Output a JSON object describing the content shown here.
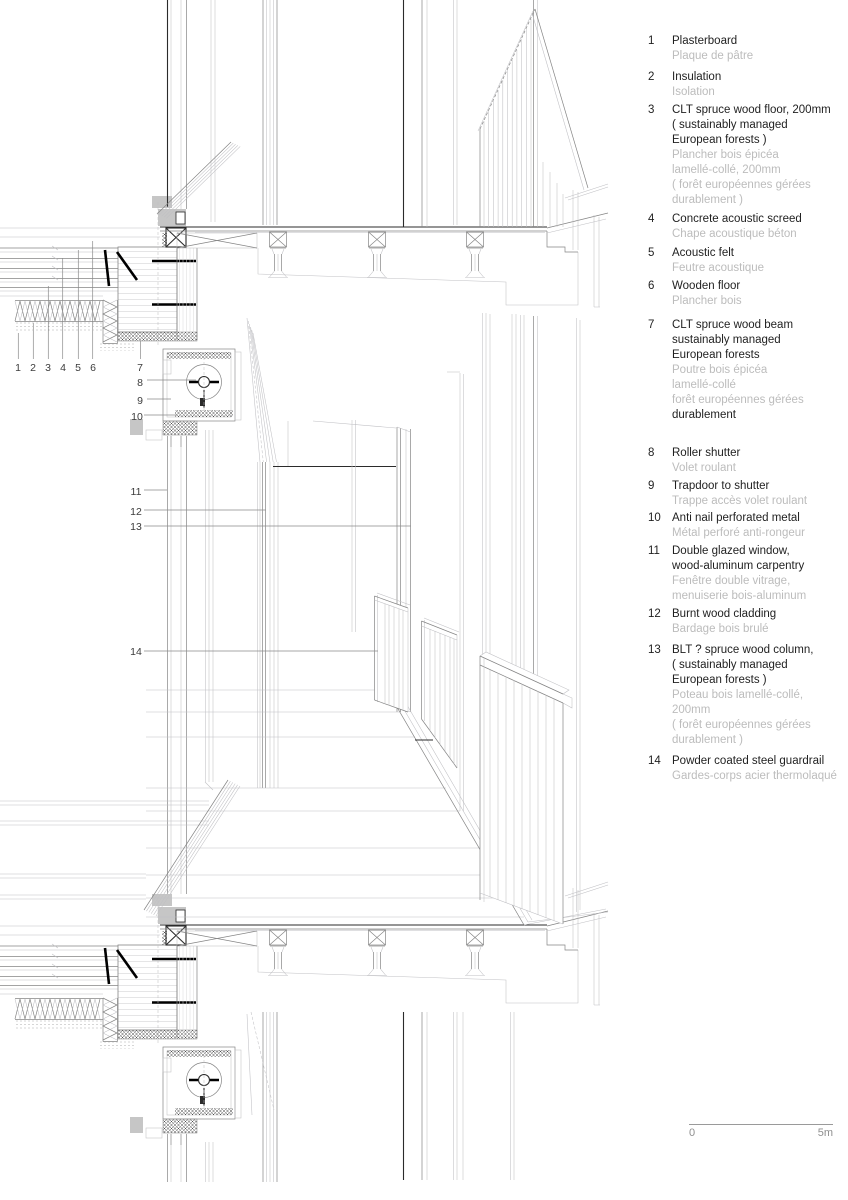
{
  "legend": {
    "items": [
      {
        "num": "1",
        "en": "Plasterboard",
        "fr": "Plaque de pâtre"
      },
      {
        "num": "2",
        "en": "Insulation",
        "fr": "Isolation"
      },
      {
        "num": "3",
        "en": "CLT spruce wood floor, 200mm\n( sustainably managed\nEuropean forests )",
        "fr": "Plancher bois épicéa\nlamellé-collé, 200mm\n( forêt européennes gérées\ndurablement )"
      },
      {
        "num": "4",
        "en": "Concrete acoustic screed",
        "fr": "Chape acoustique béton"
      },
      {
        "num": "5",
        "en": "Acoustic felt",
        "fr": "Feutre acoustique"
      },
      {
        "num": "6",
        "en": "Wooden floor",
        "fr": "Plancher bois"
      },
      {
        "num": "7",
        "en": "CLT spruce wood beam\nsustainably managed\nEuropean forests",
        "fr": "Poutre bois épicéa\nlamellé-collé\nforêt européennes gérées",
        "fr_dark": "durablement"
      },
      {
        "num": "8",
        "en": "Roller shutter",
        "fr": "Volet roulant"
      },
      {
        "num": "9",
        "en": "Trapdoor to shutter",
        "fr": "Trappe accès volet roulant"
      },
      {
        "num": "10",
        "en": "Anti nail perforated metal",
        "fr": "Métal perforé anti-rongeur"
      },
      {
        "num": "11",
        "en": "Double glazed window,\nwood-aluminum carpentry",
        "fr": "Fenêtre double vitrage,\nmenuiserie bois-aluminum"
      },
      {
        "num": "12",
        "en": "Burnt wood cladding",
        "fr": "Bardage bois brulé"
      },
      {
        "num": "13",
        "en": "BLT ? spruce wood column,\n( sustainably managed\nEuropean forests )",
        "fr": "Poteau bois lamellé-collé,\n200mm\n( forêt européennes gérées\ndurablement )"
      },
      {
        "num": "14",
        "en": "Powder coated steel guardrail",
        "fr": "Gardes-corps acier thermolaqué"
      }
    ]
  },
  "callouts": [
    {
      "n": "1"
    },
    {
      "n": "2"
    },
    {
      "n": "3"
    },
    {
      "n": "4"
    },
    {
      "n": "5"
    },
    {
      "n": "6"
    },
    {
      "n": "7"
    },
    {
      "n": "8"
    },
    {
      "n": "9"
    },
    {
      "n": "10"
    },
    {
      "n": "11"
    },
    {
      "n": "12"
    },
    {
      "n": "13"
    },
    {
      "n": "14"
    }
  ],
  "scalebar": {
    "zero": "0",
    "five": "5m"
  },
  "colors": {
    "line_dark": "#2b2b2b",
    "line_medium": "#858585",
    "line_light": "#c0c0c4",
    "legend_text": "#1f1f1f",
    "legend_fr": "#bcbcbc",
    "scale_gray": "#9a9a9a"
  }
}
